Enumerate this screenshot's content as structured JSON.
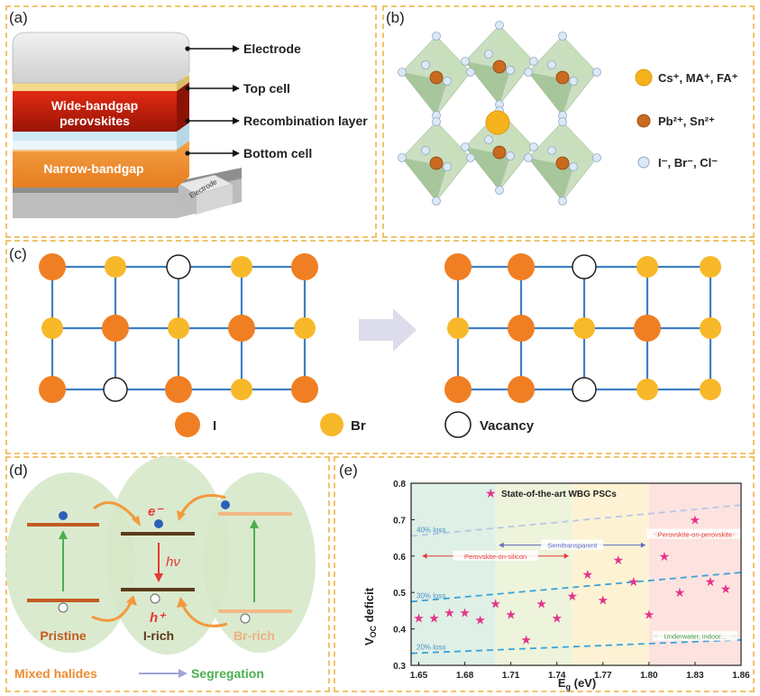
{
  "panel_a": {
    "label": "(a)",
    "callouts": [
      "Electrode",
      "Top cell",
      "Recombination layer",
      "Bottom cell"
    ],
    "layer_wide": [
      "Wide-bandgap",
      "perovskites"
    ],
    "layer_narrow": "Narrow-bandgap",
    "side_electrode": "Electrode"
  },
  "panel_b": {
    "label": "(b)",
    "legend": [
      "Cs⁺, MA⁺, FA⁺",
      "Pb²⁺, Sn²⁺",
      "I⁻, Br⁻, Cl⁻"
    ],
    "colors": {
      "a_site": "#f5b21d",
      "b_site": "#c96a1e",
      "x_site": "#c4d8ef",
      "octahedra": "#9fc58e"
    }
  },
  "panel_c": {
    "label": "(c)",
    "legend": [
      "I",
      "Br",
      "Vacancy"
    ],
    "colors": {
      "I": "#f07f23",
      "Br": "#f7b82a",
      "grid": "#3f7fc4",
      "arrow": "#dcdcec"
    }
  },
  "panel_d": {
    "label": "(d)",
    "states": [
      "Pristine",
      "I-rich",
      "Br-rich"
    ],
    "electron": "e⁻",
    "hole": "h⁺",
    "photon": "hν",
    "bottom_left": "Mixed halides",
    "bottom_right": "Segregation",
    "colors": {
      "pristine": "#d76b2c",
      "irich": "#5a3a1a",
      "brrich": "#f4b888",
      "green": "#4caf50",
      "orange": "#f29a3b"
    }
  },
  "panel_e": {
    "label": "(e)"
  },
  "chart_data": {
    "type": "scatter",
    "xlabel": "Eg (eV)",
    "ylabel": "VOC deficit",
    "xlim": [
      1.645,
      1.86
    ],
    "ylim": [
      0.3,
      0.8
    ],
    "x_ticks": [
      "1.65",
      "1.68",
      "1.71",
      "1.74",
      "1.77",
      "1.80",
      "1.83",
      "1.86"
    ],
    "y_ticks": [
      "0.3",
      "0.4",
      "0.5",
      "0.6",
      "0.7",
      "0.8"
    ],
    "legend_label": "State-of-the-art WBG PSCs",
    "series": [
      {
        "name": "State-of-the-art WBG PSCs",
        "points": [
          [
            1.65,
            0.43
          ],
          [
            1.66,
            0.43
          ],
          [
            1.67,
            0.445
          ],
          [
            1.68,
            0.445
          ],
          [
            1.69,
            0.425
          ],
          [
            1.7,
            0.47
          ],
          [
            1.71,
            0.44
          ],
          [
            1.72,
            0.37
          ],
          [
            1.73,
            0.47
          ],
          [
            1.74,
            0.43
          ],
          [
            1.75,
            0.49
          ],
          [
            1.76,
            0.55
          ],
          [
            1.77,
            0.48
          ],
          [
            1.78,
            0.59
          ],
          [
            1.79,
            0.53
          ],
          [
            1.8,
            0.44
          ],
          [
            1.81,
            0.6
          ],
          [
            1.82,
            0.5
          ],
          [
            1.83,
            0.7
          ],
          [
            1.84,
            0.53
          ],
          [
            1.85,
            0.51
          ]
        ]
      }
    ],
    "loss_lines": [
      {
        "label": "40% loss",
        "y_start": 0.655,
        "y_end": 0.74
      },
      {
        "label": "30% loss",
        "y_start": 0.475,
        "y_end": 0.555
      },
      {
        "label": "20% loss",
        "y_start": 0.333,
        "y_end": 0.37
      }
    ],
    "regions": [
      {
        "label": "Perovskite-on-silicon",
        "x_from": 1.65,
        "x_to": 1.75,
        "y": 0.6,
        "color": "#e53935"
      },
      {
        "label": "Semitransparent",
        "x_from": 1.7,
        "x_to": 1.8,
        "y": 0.63,
        "color": "#5c6bc0"
      },
      {
        "label": "Perovskite-on-perovskite",
        "x_from": 1.8,
        "x_to": 1.86,
        "y": 0.66,
        "color": "#e53935"
      },
      {
        "label": "Underwater, indoor...",
        "x_from": 1.8,
        "x_to": 1.86,
        "y": 0.38,
        "color": "#43a047"
      }
    ],
    "bands": [
      {
        "x_from": 1.645,
        "x_to": 1.7,
        "color": "#dff0e6"
      },
      {
        "x_from": 1.7,
        "x_to": 1.75,
        "color": "#eef4dc"
      },
      {
        "x_from": 1.75,
        "x_to": 1.8,
        "color": "#fdf3d4"
      },
      {
        "x_from": 1.8,
        "x_to": 1.86,
        "color": "#fde3e0"
      }
    ],
    "marker_color": "#e4348b"
  }
}
